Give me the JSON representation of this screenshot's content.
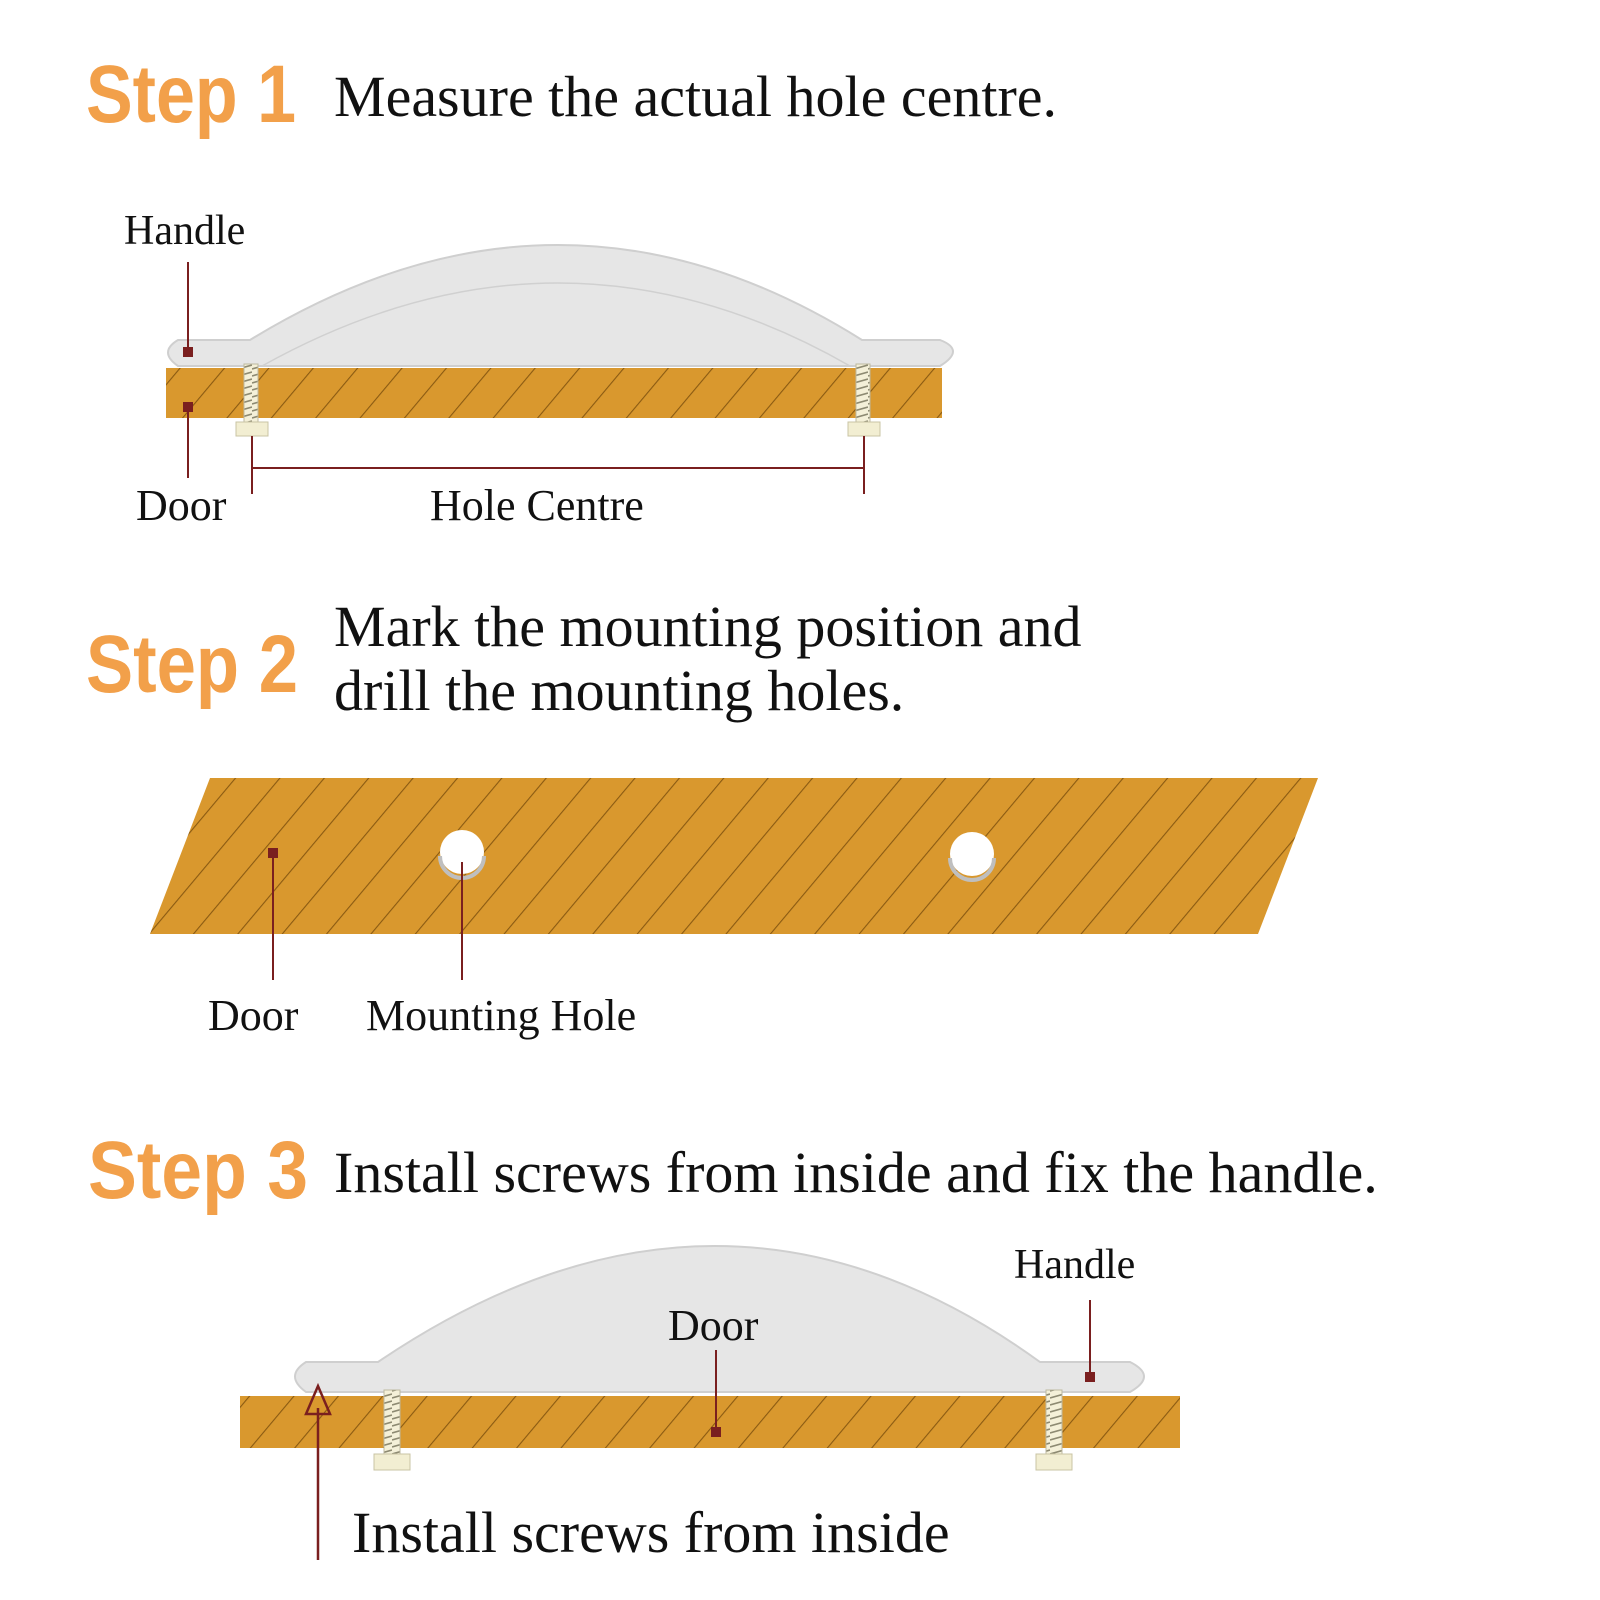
{
  "steps": [
    {
      "label": "Step 1",
      "instruction": "Measure the actual hole centre.",
      "callouts": {
        "handle": "Handle",
        "door": "Door",
        "hole_centre": "Hole Centre"
      }
    },
    {
      "label": "Step 2",
      "instruction_line1": "Mark the mounting position and",
      "instruction_line2": "drill the mounting holes.",
      "callouts": {
        "door": "Door",
        "mounting_hole": "Mounting Hole"
      }
    },
    {
      "label": "Step 3",
      "instruction": "Install screws from inside and fix the handle.",
      "callouts": {
        "handle": "Handle",
        "door": "Door",
        "install_screws": "Install screws from inside"
      }
    }
  ],
  "colors": {
    "step_label": "#F2A04A",
    "text": "#111111",
    "wood": "#D9982E",
    "wood_stripe": "#8A5A12",
    "handle": "#E6E6E6",
    "handle_edge": "#C8C8C8",
    "leader": "#7A1F1F",
    "screw": "#F2EED2"
  }
}
